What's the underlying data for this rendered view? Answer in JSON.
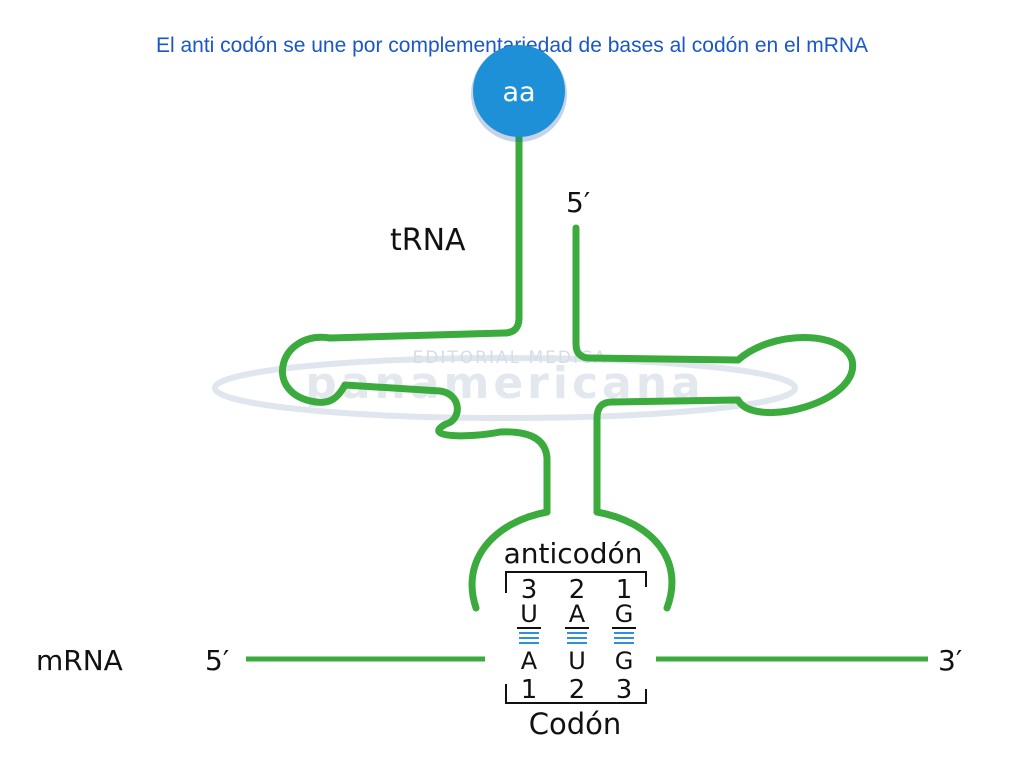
{
  "slide": {
    "title": "El anti codón se une por complementariedad de bases al codón en el mRNA"
  },
  "diagram": {
    "amino_acid_label": "aa",
    "trna_label": "tRNA",
    "trna_five_prime_label": "5′",
    "watermark": {
      "line1": "EDITORIAL MEDICA",
      "line2": "panamericana"
    },
    "anticodon": {
      "label": "anticodón",
      "positions": [
        "3",
        "2",
        "1"
      ],
      "bases": [
        "U",
        "A",
        "G"
      ]
    },
    "codon": {
      "label": "Codón",
      "positions": [
        "1",
        "2",
        "3"
      ],
      "bases": [
        "A",
        "U",
        "G"
      ]
    },
    "mrna": {
      "label": "mRNA",
      "five_prime": "5′",
      "three_prime": "3′"
    },
    "colors": {
      "strand": "#3aab3c",
      "amino_acid_fill": "#1e90d8",
      "pairing_lines": "#2f8fd8",
      "title_text": "#1a57c8",
      "watermark": "#dfe6ee"
    }
  }
}
